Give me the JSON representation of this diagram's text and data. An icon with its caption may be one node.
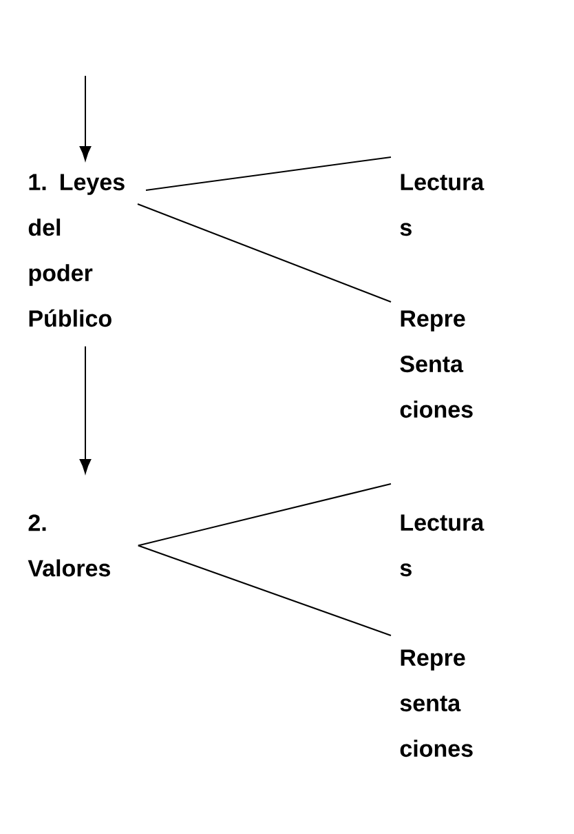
{
  "diagram": {
    "nodes": [
      {
        "text": [
          "1. Leyes del poder Público"
        ]
      },
      {
        "text": [
          "Lectura s"
        ]
      },
      {
        "text": [
          "Repre Senta ciones"
        ]
      },
      {
        "text": [
          "2. Valores"
        ]
      },
      {
        "text": [
          "Lectura s"
        ]
      },
      {
        "text": [
          "Repre senta ciones"
        ]
      }
    ],
    "edges": [
      {
        "from": null,
        "to": 0,
        "arrow": "to"
      },
      {
        "from": 0,
        "to": 1,
        "arrow": "none"
      },
      {
        "from": 0,
        "to": 2,
        "arrow": "none"
      },
      {
        "from": 0,
        "to": 3,
        "arrow": "to"
      },
      {
        "from": 3,
        "to": 4,
        "arrow": "none"
      },
      {
        "from": 3,
        "to": 5,
        "arrow": "none"
      }
    ]
  }
}
